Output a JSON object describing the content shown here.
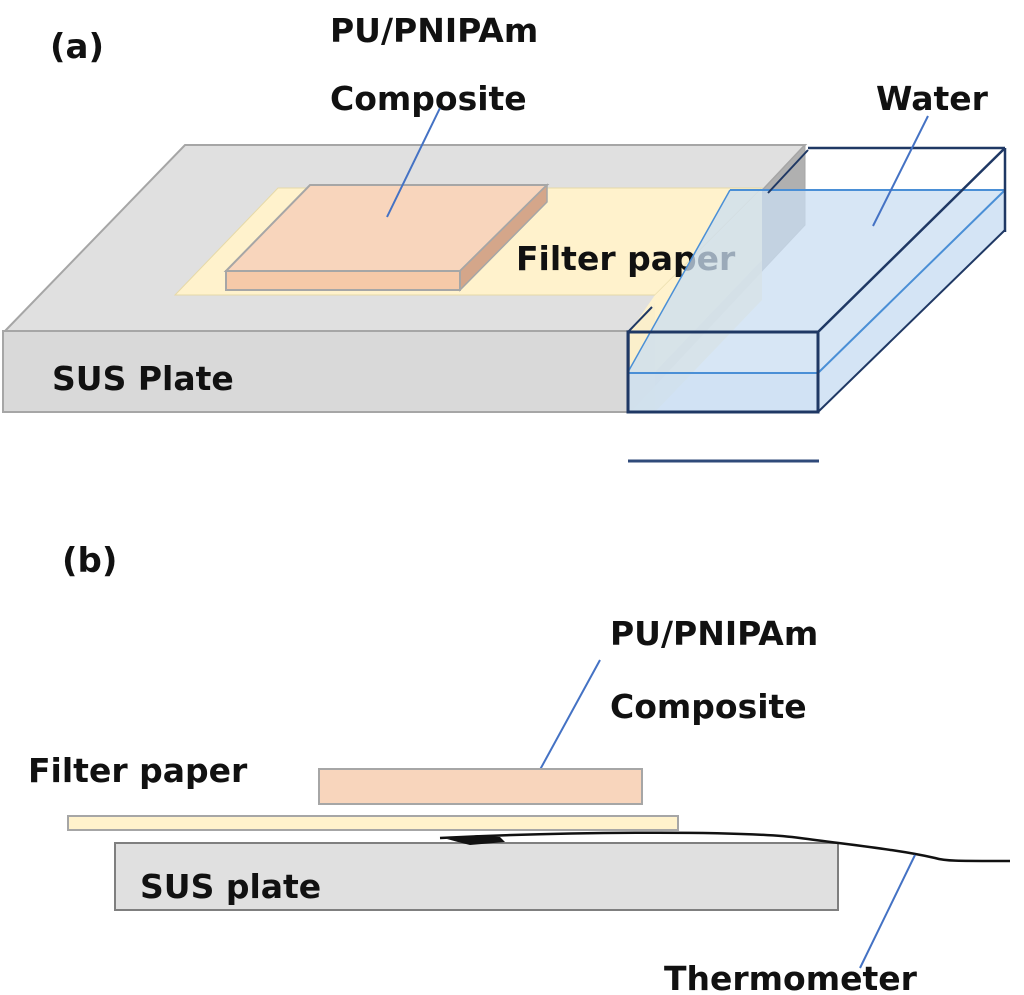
{
  "figure": {
    "panel_a": {
      "panel_label": "(a)",
      "composite_label_line1": "PU/PNIPAm",
      "composite_label_line2": "Composite",
      "water_label": "Water",
      "filter_paper_label": "Filter paper",
      "plate_label": "SUS Plate"
    },
    "panel_b": {
      "panel_label": "(b)",
      "composite_label_line1": "PU/PNIPAm",
      "composite_label_line2": "Composite",
      "filter_paper_label": "Filter paper",
      "plate_label": "SUS plate",
      "thermometer_label": "Thermometer"
    },
    "colors": {
      "plate_top": "#e0e0e0",
      "plate_front": "#d9d9d9",
      "plate_side": "#b0b0b0",
      "plate_edge": "#a6a6a6",
      "filter_paper": "#fff2cc",
      "composite_top": "#f8d5bc",
      "composite_front": "#f6c9a8",
      "composite_side": "#d4a68a",
      "water_fill": "#c9ddf2",
      "water_edge": "#1f3864",
      "water_surface": "#4a8fd6",
      "leader_line": "#4472c4",
      "wire": "#111111"
    }
  }
}
